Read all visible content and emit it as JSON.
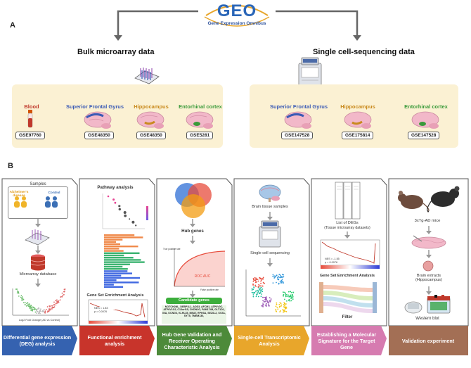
{
  "logo": {
    "text": "GEO",
    "subtitle": "Gene Expression Omnibus"
  },
  "panel_a": {
    "letter": "A",
    "bulk": {
      "title": "Bulk microarray data",
      "datasets": [
        {
          "region": "Blood",
          "color": "#c0392b",
          "gse": "GSE97760"
        },
        {
          "region": "Superior Frontal Gyrus",
          "color": "#3b5bb5",
          "gse": "GSE48350"
        },
        {
          "region": "Hippocampus",
          "color": "#c98a1d",
          "gse": "GSE48350"
        },
        {
          "region": "Entorhinal cortex",
          "color": "#3a9a3a",
          "gse": "GSE5281"
        }
      ]
    },
    "single": {
      "title": "Single cell-sequencing data",
      "datasets": [
        {
          "region": "Superior Frontal Gyrus",
          "color": "#3b5bb5",
          "gse": "GSE147528"
        },
        {
          "region": "Hippocampus",
          "color": "#c98a1d",
          "gse": "GSE175814"
        },
        {
          "region": "Entorhinal cortex",
          "color": "#3a9a3a",
          "gse": "GSE147528"
        }
      ]
    }
  },
  "panel_b": {
    "letter": "B",
    "steps": [
      {
        "label": "Differential gene expression (DEG) analysis",
        "color": "#3562b0",
        "samples": "Samples",
        "group1": "Alzheimer's disease",
        "group2": "Control",
        "db": "Microarray database",
        "xaxis": "Log2 Fold Change (AD vs Control)"
      },
      {
        "label": "Functional enrichment analysis",
        "color": "#c8342b",
        "pathway": "Pathway analysis",
        "gsea": "Gene Set Enrichment Analysis",
        "nes": "NES = 1.83",
        "p": "p = 0.0076"
      },
      {
        "label": "Hub Gene Validation and Receiver Operating Characteristic Analysis",
        "color": "#4d8a3a",
        "hub": "Hub genes",
        "roc": "ROC AUC",
        "ylab": "True positive rate",
        "xlab": "False positive rate",
        "candidate": "Candidate genes",
        "genes": "NOTCH2NL, DEBP1L1, ADD3, AFCM1, ATP6V0C, ATP6V1G2, C13orf15, CKDN2G, FAM174B, GLT1D1, INA, KCNG3, KLHL35, MEAT, RPH3A, SEZ6L2, SV2A, SYT5, TMEM130,"
      },
      {
        "label": "Single-cell Transcriptomic Analysis",
        "color": "#e8a62b",
        "brain": "Brain tissue samples",
        "seq": "Single cell sequencing"
      },
      {
        "label": "Establishing a Molecular Signature for the Target Gene",
        "color": "#d67bb0",
        "deg": "List of DEGs",
        "degsub": "(Tissue microarray datasets)",
        "nes": "NES = -1.55",
        "p": "p = 0.0076",
        "gsea": "Gene Set Enrichment Analysis",
        "filter": "Filter"
      },
      {
        "label": "Validation experiment",
        "color": "#a36f55",
        "mice": "3xTg-AD mice",
        "extract": "Brain extracts (Hippocampus)",
        "wb": "Western blot"
      }
    ]
  }
}
